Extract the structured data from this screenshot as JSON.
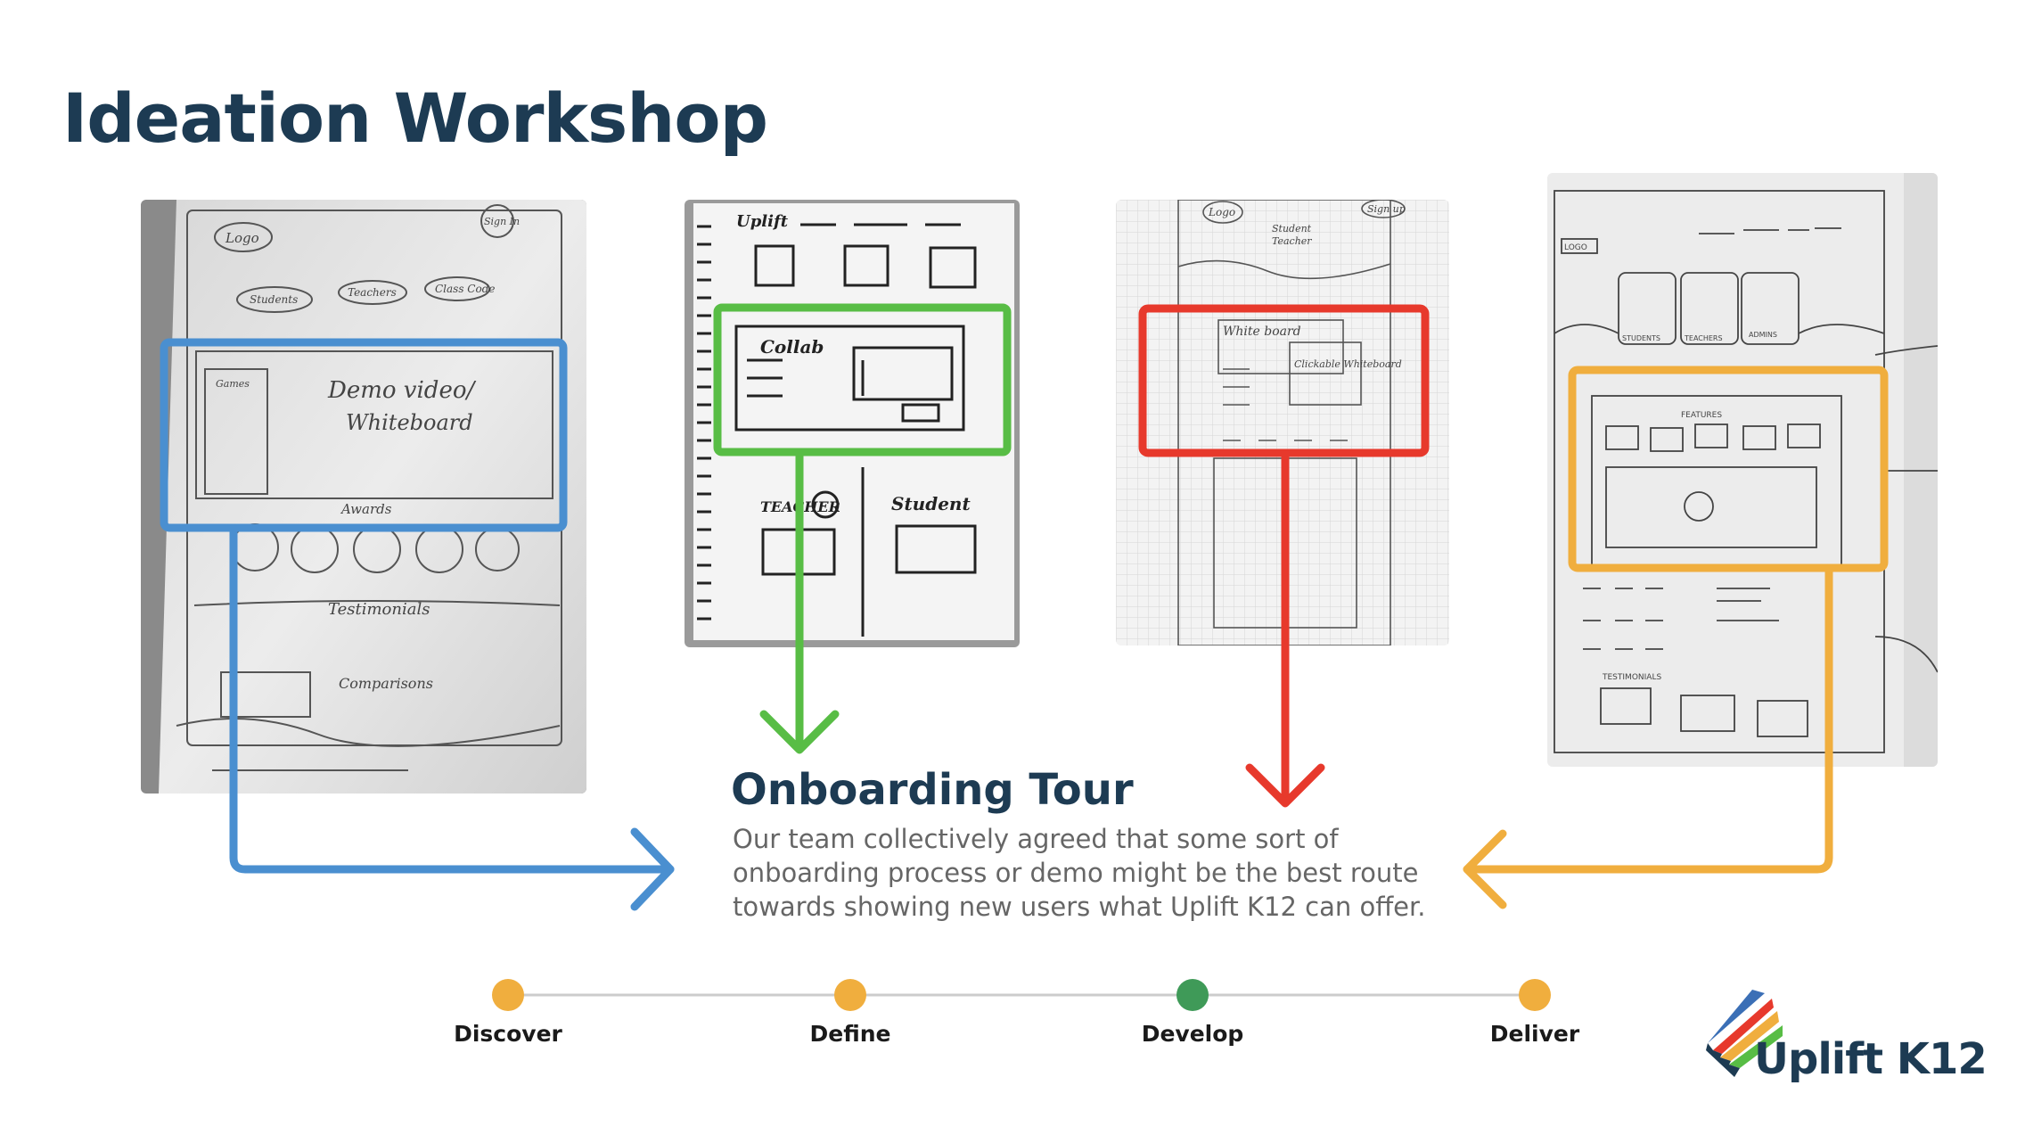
{
  "slide": {
    "title": "Ideation Workshop"
  },
  "sketches": [
    {
      "name": "sketch-1",
      "highlight_color": "#4a8fd0"
    },
    {
      "name": "sketch-2",
      "highlight_color": "#58bd45"
    },
    {
      "name": "sketch-3",
      "highlight_color": "#e7392c"
    },
    {
      "name": "sketch-4",
      "highlight_color": "#f0ae3e"
    }
  ],
  "sketch_labels": {
    "s1_logo": "Logo",
    "s1_sign": "Sign In",
    "s1_students": "Students",
    "s1_teachers": "Teachers",
    "s1_class": "Class Code",
    "s1_games": "Games",
    "s1_demo": "Demo video/",
    "s1_whiteboard": "Whiteboard",
    "s1_awards": "Awards",
    "s1_testimonials": "Testimonials",
    "s1_comparisons": "Comparisons",
    "s2_brand": "Uplift",
    "s2_collab": "Collab",
    "s2_teacher": "TEACHER",
    "s2_student": "Student",
    "s3_logo": "Logo",
    "s3_sign": "Sign up",
    "s3_student": "Student",
    "s3_teacher": "Teacher",
    "s3_whiteboard": "White board",
    "s3_clickable": "Clickable Whiteboard",
    "s4_logo": "LOGO",
    "s4_students": "STUDENTS",
    "s4_teachers": "TEACHERS",
    "s4_admins": "ADMINS",
    "s4_features": "FEATURES",
    "s4_testimonials": "TESTIMONIALS"
  },
  "onboarding": {
    "title": "Onboarding Tour",
    "body": "Our team collectively agreed that some sort of onboarding process or demo might be the best route towards showing new users what Uplift K12 can offer."
  },
  "timeline": {
    "stages": [
      {
        "label": "Discover",
        "color": "#f0ae3e"
      },
      {
        "label": "Define",
        "color": "#f0ae3e"
      },
      {
        "label": "Develop",
        "color": "#3f9a58"
      },
      {
        "label": "Deliver",
        "color": "#f0ae3e"
      }
    ],
    "line_color": "#cccccc"
  },
  "brand": {
    "name": "Uplift K12",
    "logo_colors": [
      "#3b6fb6",
      "#e7392c",
      "#f0ae3e",
      "#58bd45"
    ]
  }
}
